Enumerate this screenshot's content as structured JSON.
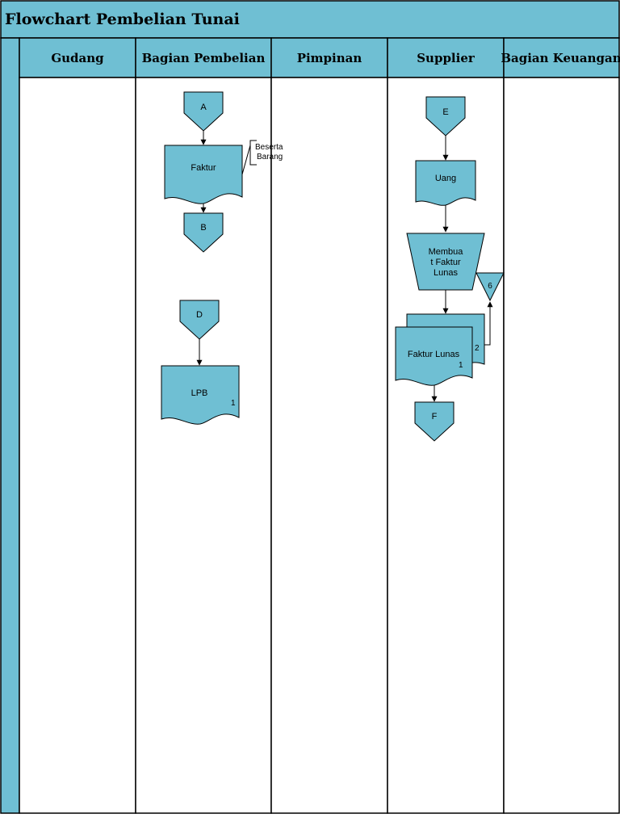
{
  "title": "Flowchart Pembelian Tunai",
  "colors": {
    "fill": "#6fbfd3",
    "line": "#000000"
  },
  "lanes": [
    "Gudang",
    "Bagian Pembelian",
    "Pimpinan",
    "Supplier",
    "Bagian Keuangan"
  ],
  "bagian_pembelian": {
    "connector_a": "A",
    "doc_faktur": "Faktur",
    "annotation_line1": "Beserta",
    "annotation_line2": "Barang",
    "connector_b": "B",
    "connector_d": "D",
    "doc_lpb": "LPB",
    "doc_lpb_copy": "1"
  },
  "supplier": {
    "connector_e": "E",
    "doc_uang": "Uang",
    "manual_line1": "Membua",
    "manual_line2": "t Faktur",
    "manual_line3": "Lunas",
    "connector_6": "6",
    "doc_faktur_lunas": "Faktur Lunas",
    "copy_1": "1",
    "copy_2": "2",
    "connector_f": "F"
  }
}
